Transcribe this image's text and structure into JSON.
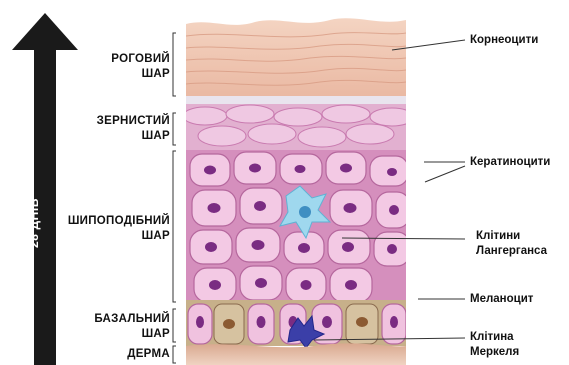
{
  "days_label": "28 ДНІВ",
  "layers": {
    "stratum_corneum": "РОГОВИЙ\nШАР",
    "granular": "ЗЕРНИСТИЙ\nШАР",
    "spinous": "ШИПОПОДІБНИЙ\nШАР",
    "basal": "БАЗАЛЬНИЙ\nШАР",
    "dermis": "ДЕРМА"
  },
  "callouts": {
    "corneocytes": "Корнеоцити",
    "keratinocytes": "Кератиноцити",
    "langerhans": "Клітини\nЛангерганса",
    "melanocyte": "Меланоцит",
    "merkel": "Клітина\nМеркеля"
  },
  "colors": {
    "arrow": "#1a1a1a",
    "corneum": "#f0c8b4",
    "granular": "#e8bcd6",
    "spinous_bg": "#d58fbd",
    "cell_fill": "#f3c9e4",
    "nucleus": "#7a2c82",
    "langerhans": "#9fd8ee",
    "basal_bg": "#c7b08a",
    "dermis": "#e8c7b2"
  }
}
